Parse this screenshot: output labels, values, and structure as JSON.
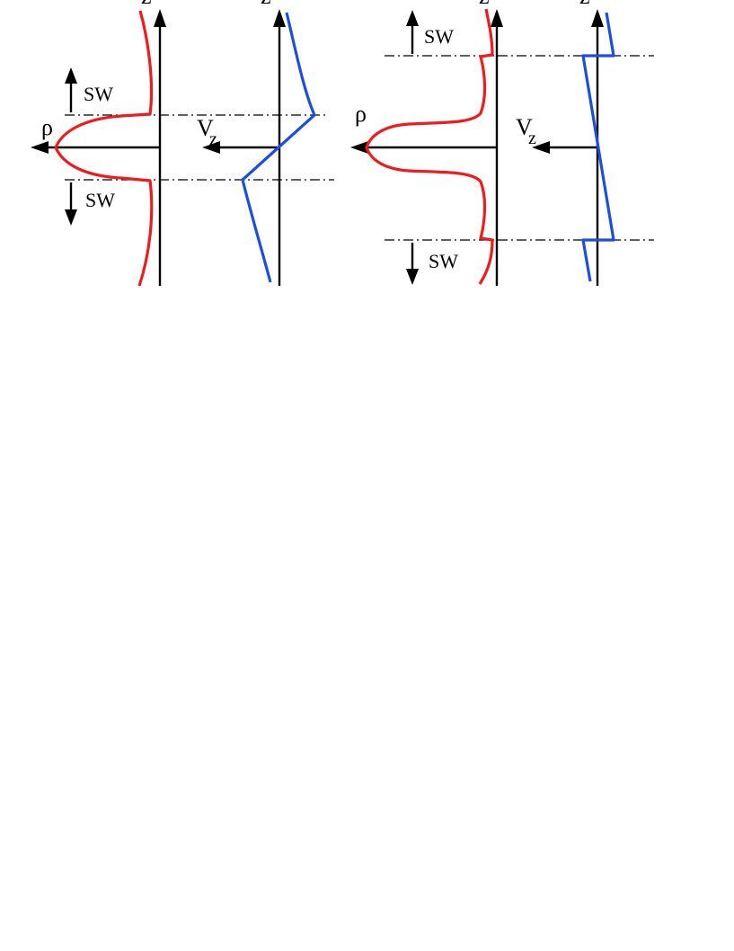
{
  "panels": [
    {
      "id": "left",
      "density_axis_label": "z",
      "density_label": "ρ",
      "velocity_axis_label": "z",
      "velocity_label": "V",
      "velocity_subscript": "z",
      "shock_labels": [
        "SW",
        "SW"
      ]
    },
    {
      "id": "right",
      "density_axis_label": "z",
      "density_label": "ρ",
      "velocity_axis_label": "z",
      "velocity_label": "V",
      "velocity_subscript": "z",
      "shock_labels": [
        "SW",
        "SW"
      ]
    }
  ],
  "colors": {
    "density_curve": "#ee1c1c",
    "velocity_curve": "#1b4fe0",
    "axes": "#000000"
  }
}
